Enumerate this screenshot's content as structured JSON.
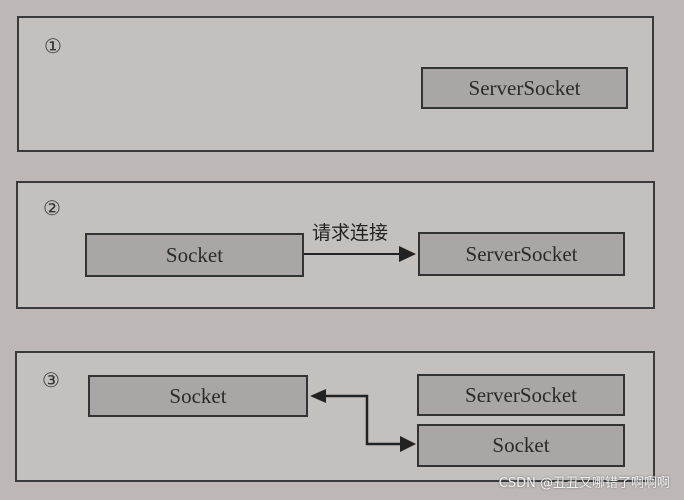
{
  "diagram": {
    "panels": [
      {
        "step": "①",
        "boxes": [
          "ServerSocket"
        ]
      },
      {
        "step": "②",
        "boxes": [
          "Socket",
          "ServerSocket"
        ],
        "arrow_label": "请求连接"
      },
      {
        "step": "③",
        "boxes": [
          "Socket",
          "ServerSocket",
          "Socket"
        ]
      }
    ],
    "colors": {
      "background": "#bdb8b6",
      "panel": "#c4c0be",
      "box": "#a9a6a5",
      "border": "#333333"
    }
  },
  "watermark": "CSDN @丑丑又哪错了啊啊啊"
}
